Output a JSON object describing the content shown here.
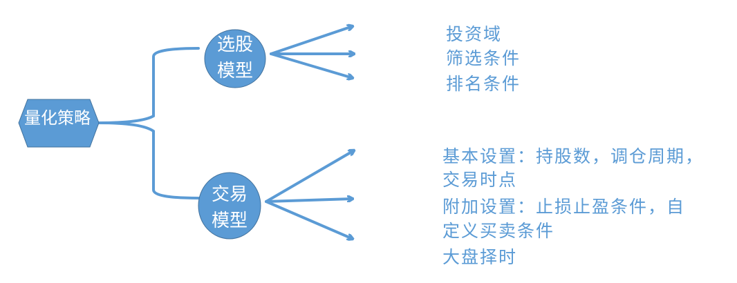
{
  "colors": {
    "node_fill": "#5b9bd5",
    "node_stroke": "#41719c",
    "line": "#5b9bd5",
    "text": "#5b9bd5"
  },
  "root": {
    "label": "量化策略"
  },
  "branches": [
    {
      "label_line1": "选股",
      "label_line2": "模型",
      "items": [
        "投资域",
        "筛选条件",
        "排名条件"
      ]
    },
    {
      "label_line1": "交易",
      "label_line2": "模型",
      "items": [
        "基本设置：持股数，调仓周期，",
        "交易时点",
        "附加设置：止损止盈条件，自",
        "定义买卖条件",
        "大盘择时"
      ]
    }
  ]
}
